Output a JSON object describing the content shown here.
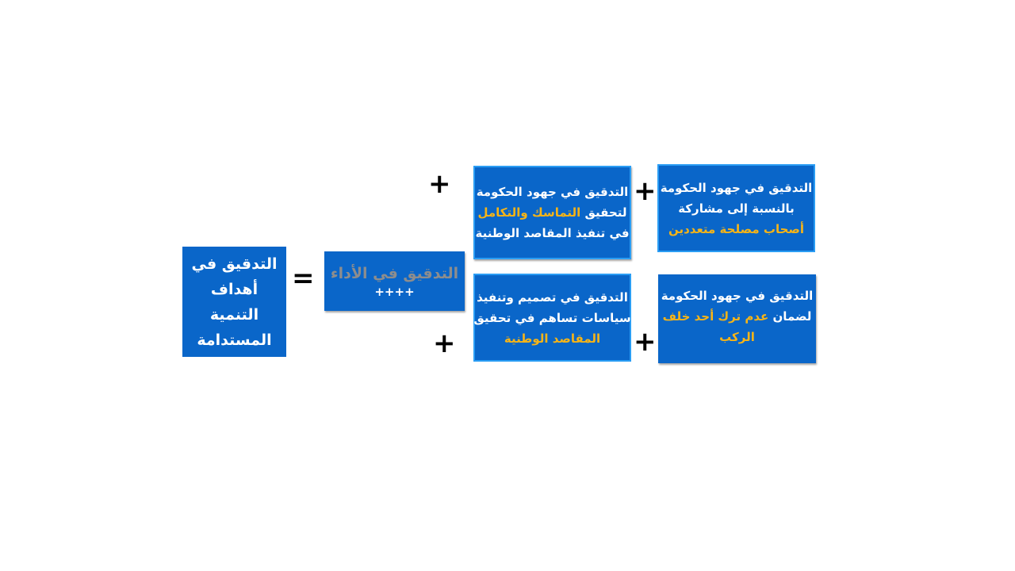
{
  "main_box": {
    "lines": [
      "التدقيق في",
      "أهداف",
      "التنمية",
      "المستدامة"
    ]
  },
  "equals_sign": "=",
  "performance_box": {
    "title": "التدقيق في الأداء",
    "subtitle": "++++"
  },
  "operators": {
    "plus_1": "+",
    "plus_2": "+",
    "plus_3": "+",
    "plus_4": "+"
  },
  "box_cohesion": {
    "line1": "التدقيق في جهود الحكومة",
    "line2_text": "لتحقيق ",
    "line2_highlight": "التماسك والتكامل",
    "line3": "في تنفيذ المقاصد الوطنية"
  },
  "box_stakeholders": {
    "line1": "التدقيق في جهود الحكومة",
    "line2": "بالنسبة إلى مشاركة",
    "line3_highlight": "أصحاب مصلحة متعددين"
  },
  "box_policies": {
    "line1": "التدقيق في تصميم وتنفيذ",
    "line2": "سياسات تساهم في تحقيق",
    "line3_highlight": "المقاصد الوطنية"
  },
  "box_leave_no_one": {
    "line1": "التدقيق في جهود الحكومة",
    "line2_text": "لضمان ",
    "line2_highlight": "عدم ترك أحد خلف",
    "line3_highlight": "الركب"
  },
  "colors": {
    "box_fill": "#0a66c9",
    "highlight": "#f6b417",
    "performance_text": "#8d8d8d"
  }
}
